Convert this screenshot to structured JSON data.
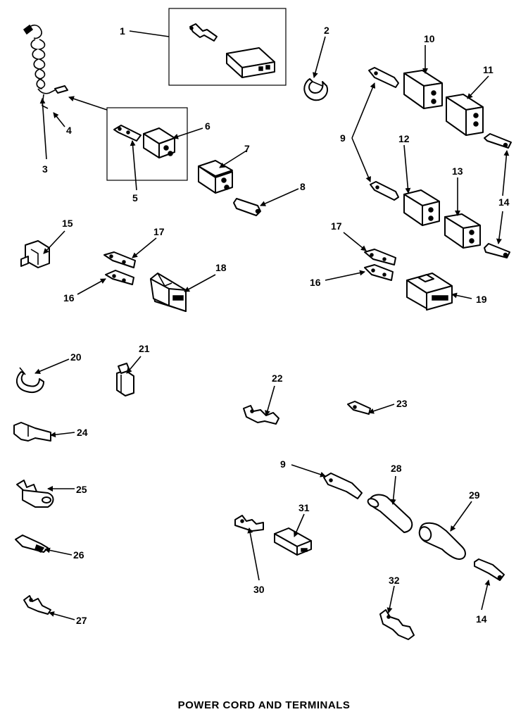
{
  "title": "POWER CORD AND TERMINALS",
  "callouts": {
    "c1": "1",
    "c2": "2",
    "c3": "3",
    "c4": "4",
    "c5": "5",
    "c6": "6",
    "c7": "7",
    "c8": "8",
    "c9a": "9",
    "c9b": "9",
    "c10": "10",
    "c11": "11",
    "c12": "12",
    "c13": "13",
    "c14a": "14",
    "c14b": "14",
    "c15": "15",
    "c16a": "16",
    "c16b": "16",
    "c17a": "17",
    "c17b": "17",
    "c18": "18",
    "c19": "19",
    "c20": "20",
    "c21": "21",
    "c22": "22",
    "c23": "23",
    "c24": "24",
    "c25": "25",
    "c26": "26",
    "c27": "27",
    "c28": "28",
    "c29": "29",
    "c30": "30",
    "c31": "31",
    "c32": "32"
  }
}
